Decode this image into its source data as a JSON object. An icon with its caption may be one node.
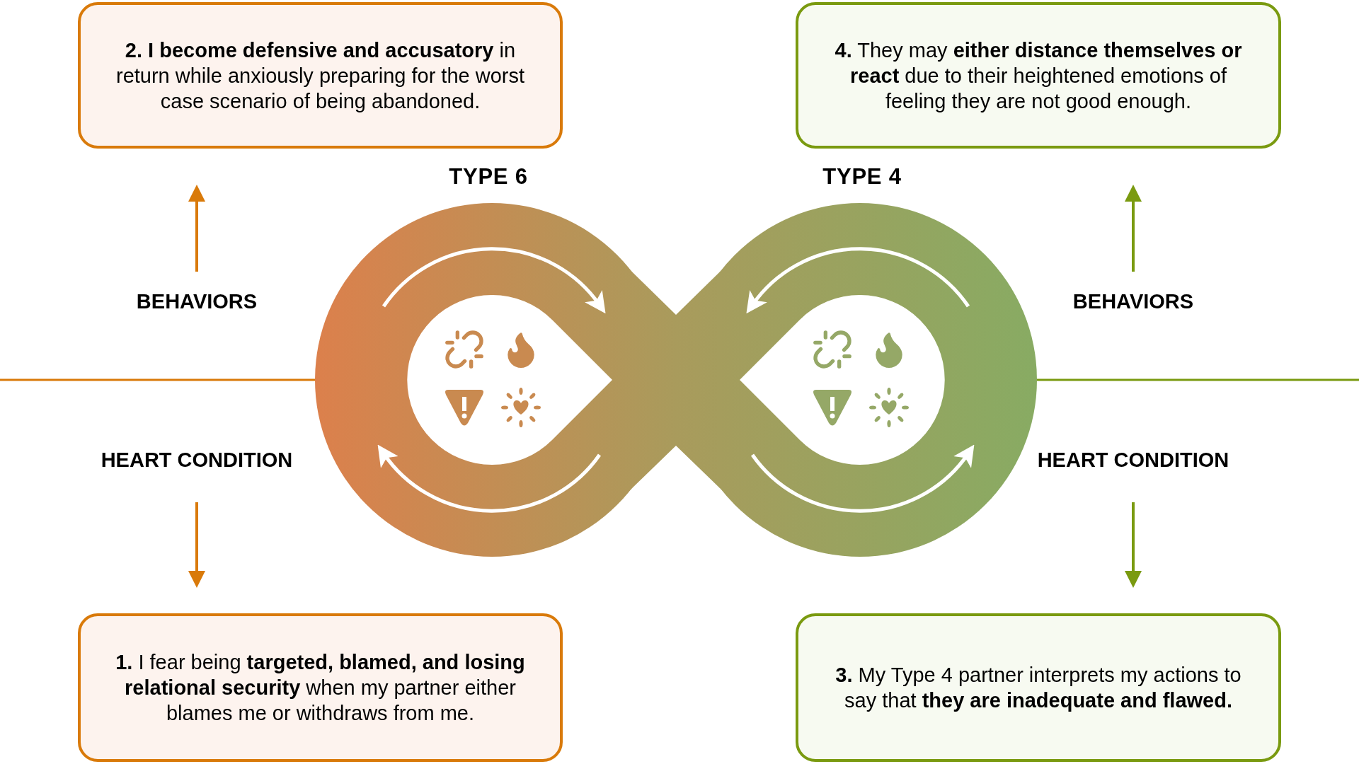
{
  "diagram": {
    "nodes": [
      {
        "text": [
          "**2. I become defensive and accusatory** in return while anxiously preparing for the worst case scenario of being abandoned."
        ]
      },
      {
        "text": [
          "**4.** They may **either distance themselves or react** due to their heightened emotions of feeling they are not good enough."
        ]
      },
      {
        "text": [
          "BEHAVIORS"
        ]
      },
      {
        "text": [
          "BEHAVIORS"
        ]
      },
      {
        "text": [
          "HEART CONDITION"
        ]
      },
      {
        "text": [
          "HEART CONDITION"
        ]
      },
      {
        "text": [
          "**1.** I fear being **targeted, blamed, and losing relational security** when my partner either blames me or withdraws from me."
        ]
      },
      {
        "text": [
          "**3.** My Type 4 partner interprets my actions to say that **they are inadequate and flawed.**"
        ]
      }
    ],
    "edges": [
      {
        "from": 2,
        "to": 0,
        "arrow": "to",
        "color": "#d97a0a"
      },
      {
        "from": 3,
        "to": 1,
        "arrow": "to",
        "color": "#7a9a10"
      },
      {
        "from": 4,
        "to": 6,
        "arrow": "to",
        "color": "#d97a0a"
      },
      {
        "from": 5,
        "to": 7,
        "arrow": "to",
        "color": "#7a9a10"
      }
    ],
    "labels": [
      "TYPE 6",
      "TYPE 4"
    ]
  }
}
